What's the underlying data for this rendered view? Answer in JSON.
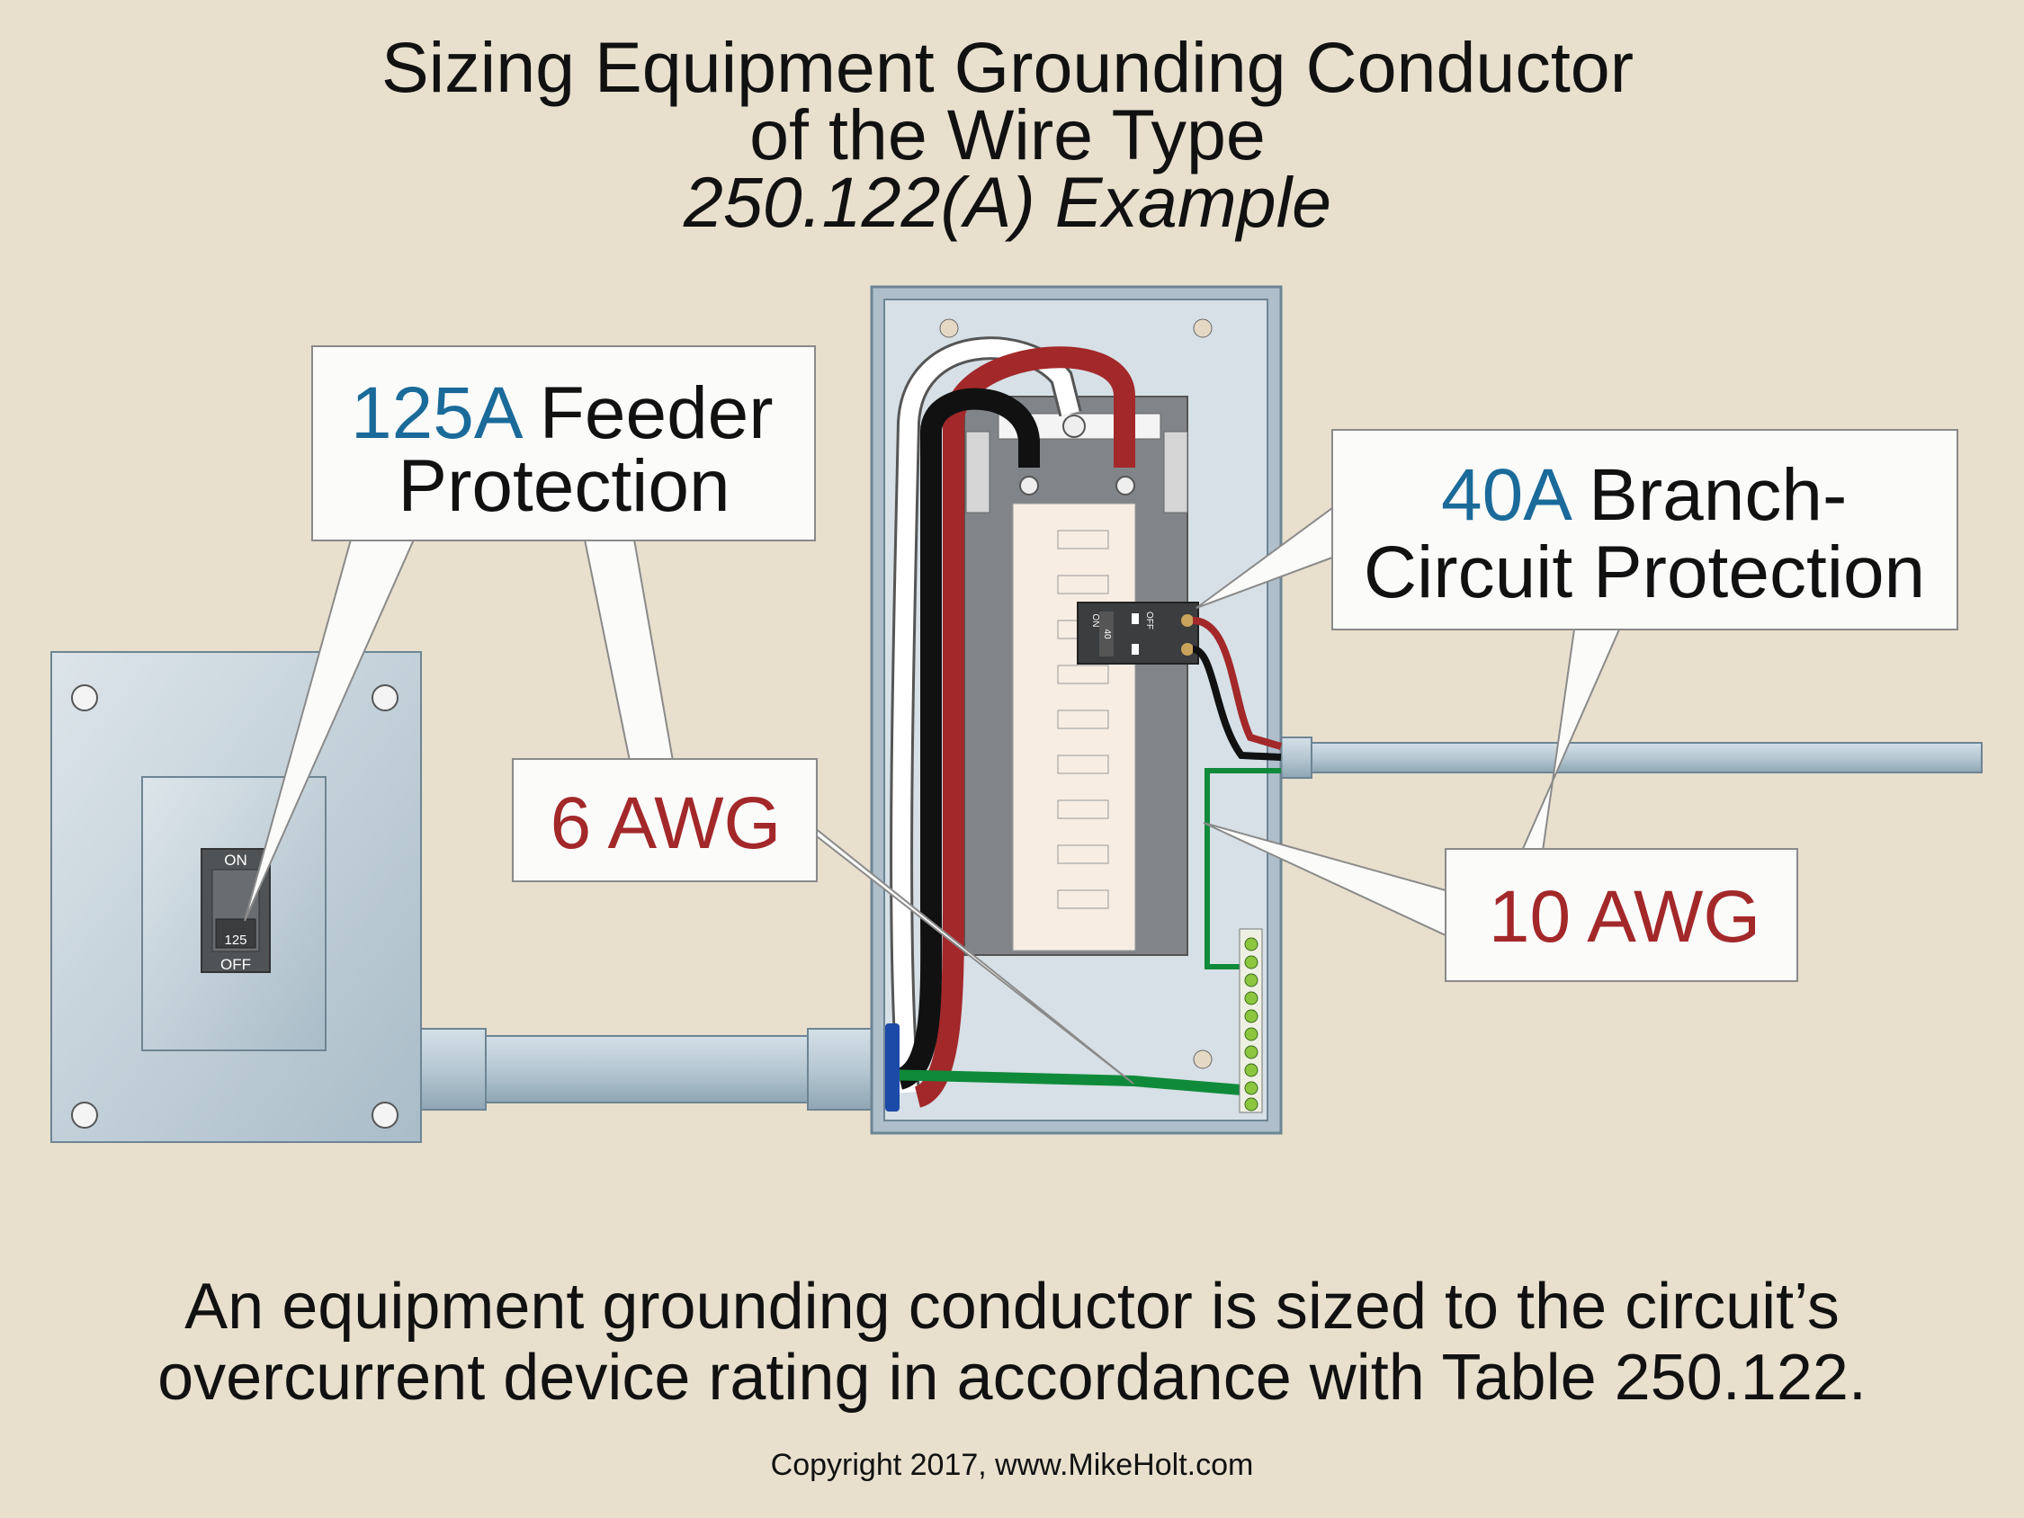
{
  "title": {
    "line1": "Sizing Equipment Grounding Conductor",
    "line2": "of the Wire Type",
    "line3": "250.122(A) Example"
  },
  "disconnect": {
    "on_label": "ON",
    "off_label": "OFF",
    "rating": "125"
  },
  "breaker": {
    "on_label": "ON",
    "off_label": "OFF",
    "rating": "40"
  },
  "callouts": {
    "feeder": {
      "amps": "125A",
      "line1_rest": " Feeder",
      "line2": "Protection"
    },
    "feeder_egc": {
      "label": "6 AWG"
    },
    "branch": {
      "amps": "40A",
      "line1_rest": " Branch-",
      "line2": "Circuit Protection"
    },
    "branch_egc": {
      "label": "10 AWG"
    }
  },
  "caption": {
    "line1": "An equipment grounding conductor is sized to the circuit’s",
    "line2": "overcurrent device rating in accordance with Table 250.122."
  },
  "copyright": "Copyright 2017, www.MikeHolt.com",
  "colors": {
    "background": "#e8dfcd",
    "accent_blue": "#1a6a9a",
    "accent_red": "#a3282a",
    "ground_green": "#0f8a3a"
  }
}
